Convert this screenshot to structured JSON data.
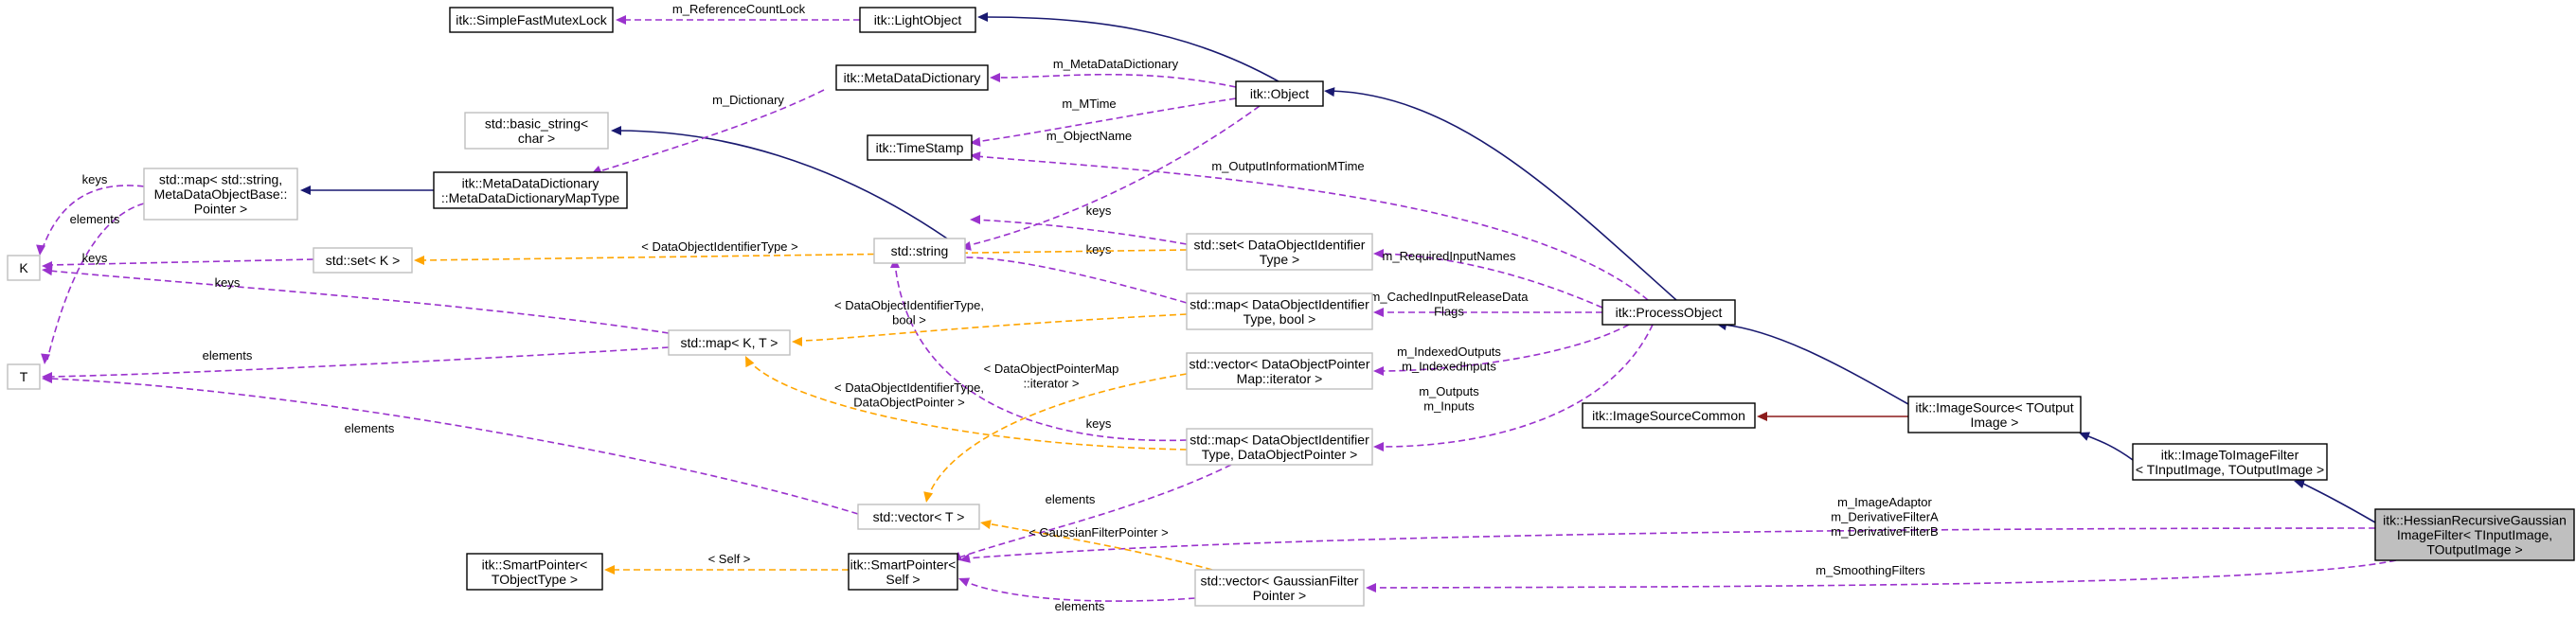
{
  "nodes": {
    "simple_fast_mutex_lock": [
      "itk::SimpleFastMutexLock"
    ],
    "light_object": [
      "itk::LightObject"
    ],
    "meta_data_dictionary": [
      "itk::MetaDataDictionary"
    ],
    "object": [
      "itk::Object"
    ],
    "basic_string": [
      "std::basic_string<",
      "char >"
    ],
    "time_stamp": [
      "itk::TimeStamp"
    ],
    "map_string_metadata": [
      "std::map< std::string,",
      "MetaDataObjectBase::",
      "Pointer >"
    ],
    "meta_data_dictionary_map_type": [
      "itk::MetaDataDictionary",
      "::MetaDataDictionaryMapType"
    ],
    "std_string": [
      "std::string"
    ],
    "k": [
      "K"
    ],
    "set_k": [
      "std::set< K >"
    ],
    "set_data_object_identifier": [
      "std::set< DataObjectIdentifier",
      "Type >"
    ],
    "process_object": [
      "itk::ProcessObject"
    ],
    "map_identifier_bool": [
      "std::map< DataObjectIdentifier",
      "Type, bool >"
    ],
    "map_k_t": [
      "std::map< K, T >"
    ],
    "t": [
      "T"
    ],
    "vector_data_object_pointer_map_iter": [
      "std::vector< DataObjectPointer",
      "Map::iterator >"
    ],
    "image_source_common": [
      "itk::ImageSourceCommon"
    ],
    "image_source": [
      "itk::ImageSource< TOutput",
      "Image >"
    ],
    "map_identifier_pointer": [
      "std::map< DataObjectIdentifier",
      "Type, DataObjectPointer >"
    ],
    "image_to_image_filter": [
      "itk::ImageToImageFilter",
      "< TInputImage, TOutputImage >"
    ],
    "vector_t": [
      "std::vector< T >"
    ],
    "hessian_filter": [
      "itk::HessianRecursiveGaussian",
      "ImageFilter< TInputImage,",
      "TOutputImage >"
    ],
    "smart_pointer_tobject": [
      "itk::SmartPointer<",
      "TObjectType >"
    ],
    "smart_pointer_self": [
      "itk::SmartPointer<",
      "Self >"
    ],
    "vector_gaussian_filter_pointer": [
      "std::vector< GaussianFilter",
      "Pointer >"
    ]
  },
  "edge_labels": {
    "reference_count_lock": [
      "m_ReferenceCountLock"
    ],
    "meta_data_dictionary": [
      "m_MetaDataDictionary"
    ],
    "dictionary": [
      "m_Dictionary"
    ],
    "mtime": [
      "m_MTime"
    ],
    "object_name": [
      "m_ObjectName"
    ],
    "output_information_mtime": [
      "m_OutputInformationMTime"
    ],
    "keys_map_string": [
      "keys"
    ],
    "elements_map_string": [
      "elements"
    ],
    "keys_set_k": [
      "keys"
    ],
    "keys_set_identifier": [
      "keys"
    ],
    "keys_map_identifier_bool": [
      "keys"
    ],
    "keys_map_k_t": [
      "keys"
    ],
    "data_object_identifier_type": [
      "< DataObjectIdentifierType >"
    ],
    "required_input_names": [
      "m_RequiredInputNames"
    ],
    "identifier_type_bool": [
      "< DataObjectIdentifierType,",
      "bool >"
    ],
    "cached_input_release": [
      "m_CachedInputReleaseData",
      "Flags"
    ],
    "elements_map_k_t": [
      "elements"
    ],
    "identifier_type_pointer": [
      "< DataObjectIdentifierType,",
      "DataObjectPointer >"
    ],
    "indexed_outputs": [
      "m_IndexedOutputs",
      "m_IndexedInputs"
    ],
    "pointer_map_iterator": [
      "< DataObjectPointerMap",
      "::iterator >"
    ],
    "keys_map_identifier_pointer": [
      "keys"
    ],
    "outputs_inputs": [
      "m_Outputs",
      "m_Inputs"
    ],
    "elements_vector_t": [
      "elements"
    ],
    "elements_map_identifier_pointer": [
      "elements"
    ],
    "image_adaptor": [
      "m_ImageAdaptor",
      "m_DerivativeFilterA",
      "m_DerivativeFilterB"
    ],
    "gaussian_filter_pointer": [
      "< GaussianFilterPointer >"
    ],
    "self": [
      "< Self >"
    ],
    "smoothing_filters": [
      "m_SmoothingFilters"
    ],
    "elements_vector_gaussian": [
      "elements"
    ]
  },
  "colors": {
    "inheritance": "#191970",
    "protected_inheritance": "#8b1a1a",
    "member_usage": "#9a32cd",
    "template_instance": "#ffa500",
    "node_border": "#000000",
    "external_node_border": "#bfbfbf",
    "focus_node_fill": "#bfbfbf"
  }
}
